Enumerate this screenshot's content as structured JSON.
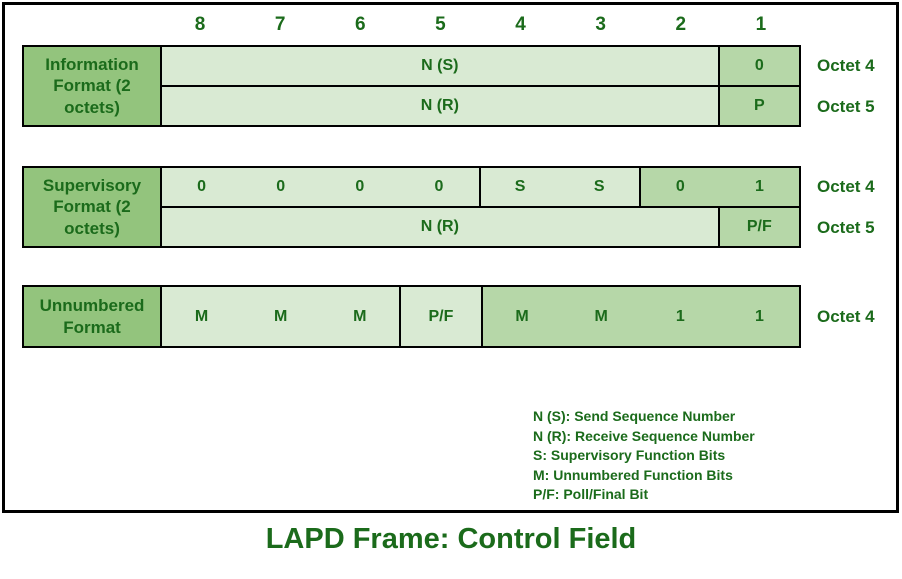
{
  "title": "LAPD Frame: Control Field",
  "colors": {
    "label_bg": "#93c47d",
    "cell_light": "#d9ead3",
    "cell_dark": "#b6d7a8",
    "text_green": "#1b6b1b",
    "border": "#000000"
  },
  "bit_headers": [
    "8",
    "7",
    "6",
    "5",
    "4",
    "3",
    "2",
    "1"
  ],
  "tables": [
    {
      "label": "Information Format (2 octets)",
      "rows": [
        {
          "octet": "Octet 4",
          "segments": [
            {
              "span": 7,
              "shade": "light",
              "labels": [
                "N (S)"
              ]
            },
            {
              "span": 1,
              "shade": "dark",
              "labels": [
                "0"
              ]
            }
          ]
        },
        {
          "octet": "Octet 5",
          "segments": [
            {
              "span": 7,
              "shade": "light",
              "labels": [
                "N (R)"
              ]
            },
            {
              "span": 1,
              "shade": "dark",
              "labels": [
                "P"
              ]
            }
          ]
        }
      ]
    },
    {
      "label": "Supervisory Format (2 octets)",
      "rows": [
        {
          "octet": "Octet 4",
          "segments": [
            {
              "span": 4,
              "shade": "light",
              "labels": [
                "0",
                "0",
                "0",
                "0"
              ]
            },
            {
              "span": 2,
              "shade": "light",
              "labels": [
                "S",
                "S"
              ]
            },
            {
              "span": 2,
              "shade": "dark",
              "labels": [
                "0",
                "1"
              ]
            }
          ]
        },
        {
          "octet": "Octet 5",
          "segments": [
            {
              "span": 7,
              "shade": "light",
              "labels": [
                "N (R)"
              ]
            },
            {
              "span": 1,
              "shade": "dark",
              "labels": [
                "P/F"
              ]
            }
          ]
        }
      ]
    },
    {
      "label": "Unnumbered Format",
      "rows": [
        {
          "octet": "Octet 4",
          "segments": [
            {
              "span": 3,
              "shade": "light",
              "labels": [
                "M",
                "M",
                "M"
              ]
            },
            {
              "span": 1,
              "shade": "light",
              "labels": [
                "P/F"
              ]
            },
            {
              "span": 4,
              "shade": "dark",
              "labels": [
                "M",
                "M",
                "1",
                "1"
              ]
            }
          ]
        }
      ]
    }
  ],
  "legend": [
    "N (S): Send Sequence Number",
    "N (R): Receive Sequence Number",
    "S: Supervisory Function Bits",
    "M: Unnumbered Function Bits",
    "P/F: Poll/Final Bit"
  ]
}
